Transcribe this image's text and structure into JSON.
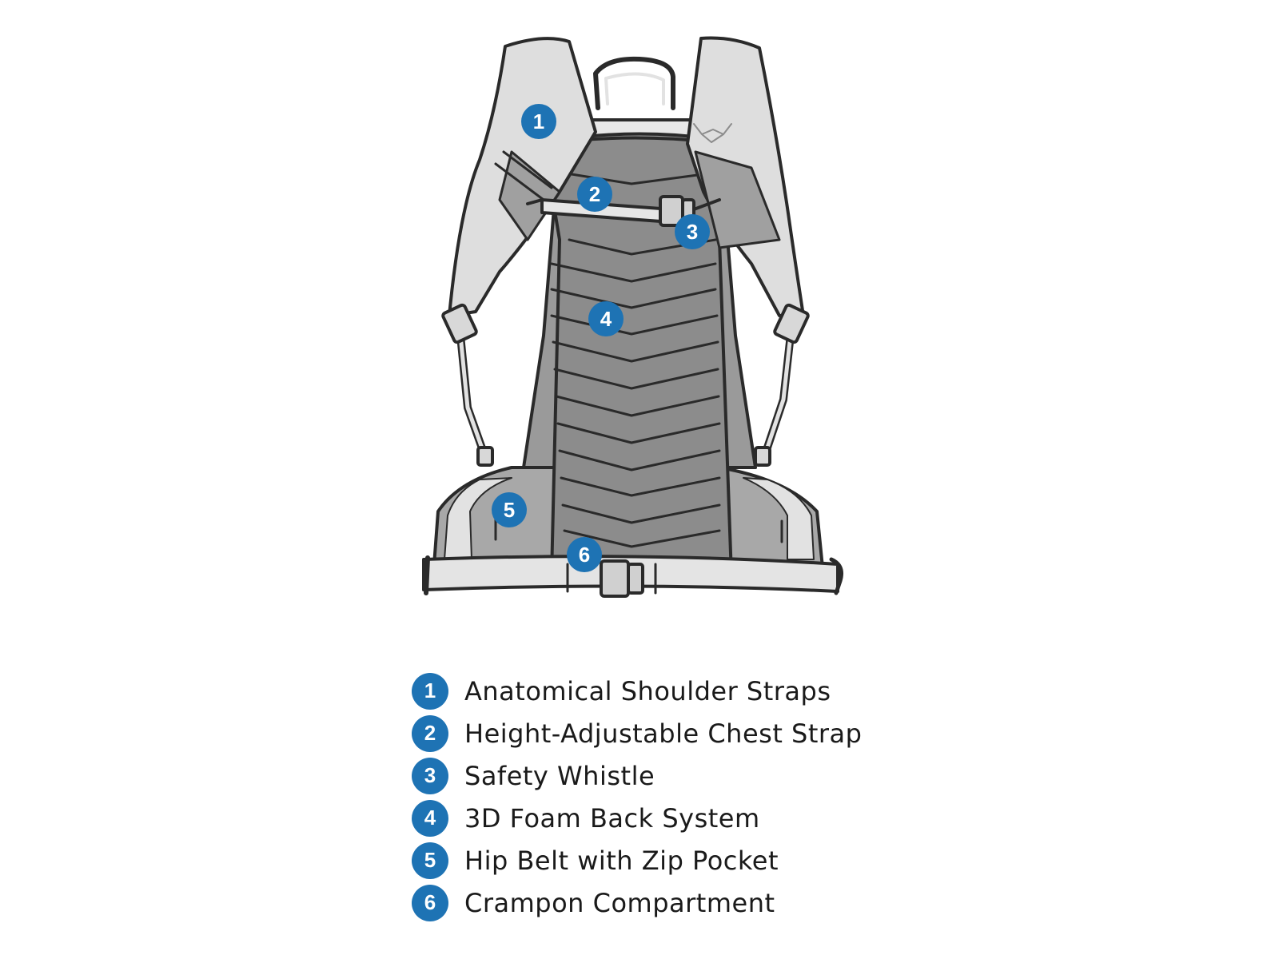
{
  "colors": {
    "marker": "#1e73b4",
    "outline": "#2a2a2a",
    "light_fabric": "#e2e2e2",
    "mid_fabric": "#9c9c9c",
    "back_panel": "#8a8a8a"
  },
  "markers": [
    "1",
    "2",
    "3",
    "4",
    "5",
    "6"
  ],
  "legend": [
    {
      "num": "1",
      "label": "Anatomical Shoulder Straps"
    },
    {
      "num": "2",
      "label": "Height-Adjustable Chest Strap"
    },
    {
      "num": "3",
      "label": "Safety Whistle"
    },
    {
      "num": "4",
      "label": "3D Foam Back System"
    },
    {
      "num": "5",
      "label": "Hip Belt with Zip Pocket"
    },
    {
      "num": "6",
      "label": "Crampon Compartment"
    }
  ]
}
